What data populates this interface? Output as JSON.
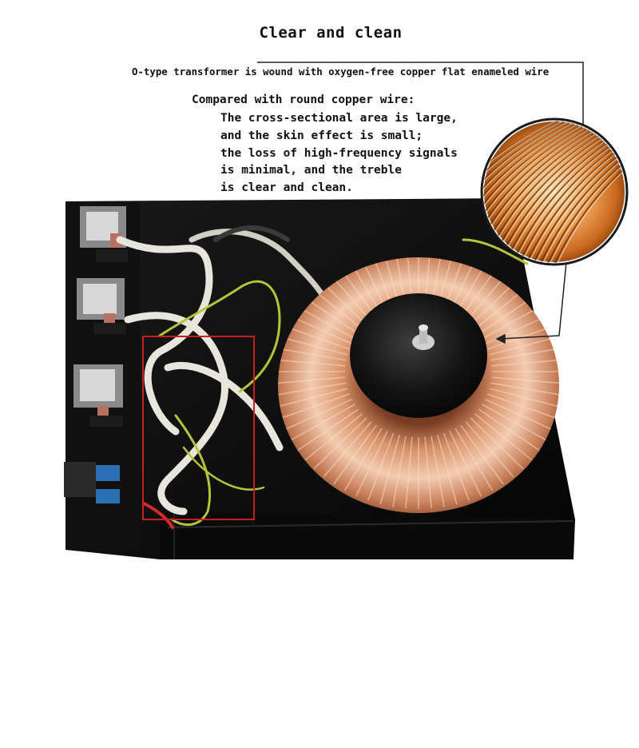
{
  "header": {
    "title": "Clear and clean",
    "subtitle": "O-type transformer is wound with oxygen-free copper flat enameled wire"
  },
  "description": {
    "heading": "Compared with round copper wire:",
    "points": [
      "The cross-sectional area is large,",
      "and the skin effect is small;",
      "the loss of high-frequency signals",
      "is minimal, and the treble",
      "is clear and clean."
    ]
  },
  "colors": {
    "copper": "#c87a52",
    "copper_light": "#f2c6a6",
    "chassis": "#0c0c0c",
    "highlight_box": "#c81e1e",
    "wire_white": "#e8e6dc",
    "wire_yellow_green": "#b7c43a"
  }
}
